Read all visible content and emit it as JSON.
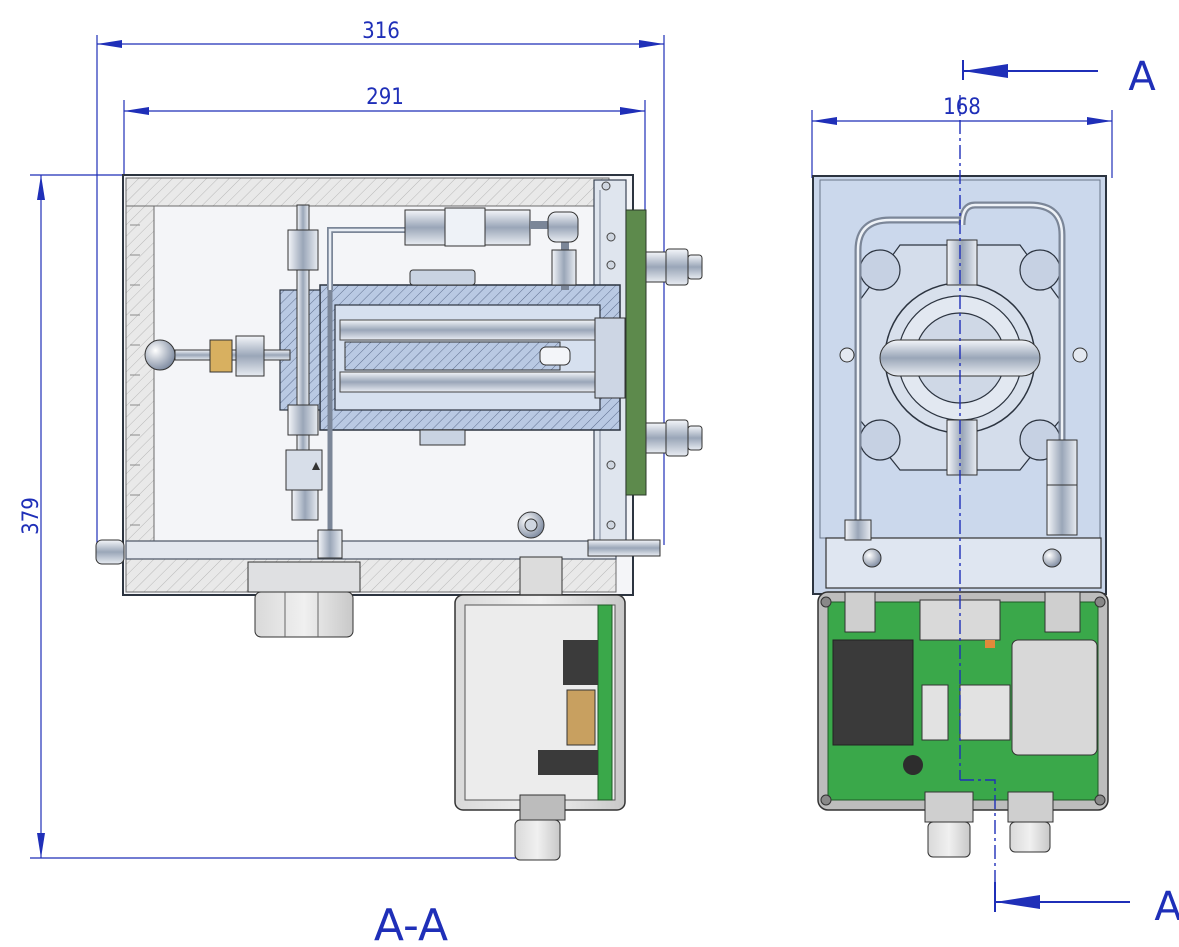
{
  "dimensions": {
    "overall_width": "316",
    "inner_width": "291",
    "height": "379",
    "depth": "168"
  },
  "section": {
    "marker_top": "A",
    "marker_bottom": "A",
    "view_label": "A-A"
  },
  "colors": {
    "dimension": "#1f2fb8",
    "housing_fill": "#d8e2f2",
    "insulation": "#e6e6e6",
    "pcb": "#3aa84a",
    "steel": "#8a97aa"
  }
}
